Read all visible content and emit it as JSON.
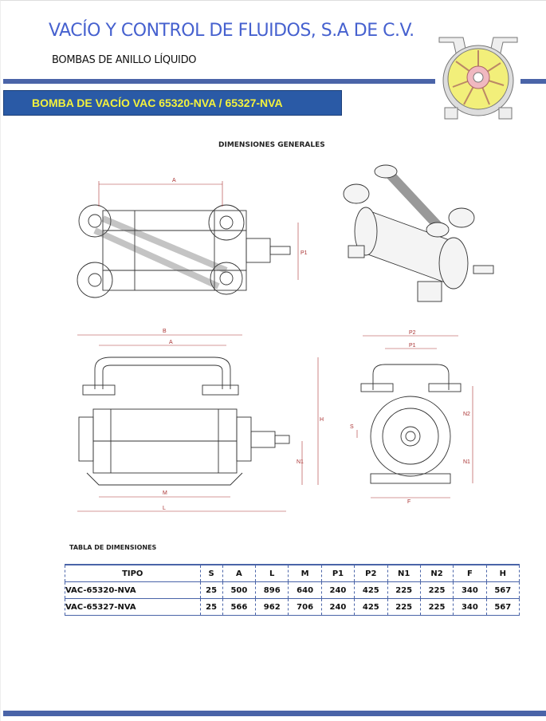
{
  "header": {
    "company": "VACÍO Y CONTROL DE FLUIDOS, S.A DE C.V.",
    "subtitle": "BOMBAS DE ANILLO LÍQUIDO",
    "banner": "BOMBA DE VACÍO VAC 65320-NVA / 65327-NVA"
  },
  "section_title": "DIMENSIONES GENERALES",
  "dimension_labels": {
    "A": "A",
    "B": "B",
    "P1": "P1",
    "P2": "P2",
    "H": "H",
    "N1": "N1",
    "N2": "N2",
    "S": "S",
    "M": "M",
    "L": "L",
    "F": "F"
  },
  "colors": {
    "brand_blue": "#4661cf",
    "bar": "#4a64a8",
    "banner_bg": "#2a5aa6",
    "banner_text": "#f4f23c"
  },
  "table": {
    "title": "TABLA DE DIMENSIONES",
    "headers": [
      "TIPO",
      "S",
      "A",
      "L",
      "M",
      "P1",
      "P2",
      "N1",
      "N2",
      "F",
      "H"
    ],
    "rows": [
      [
        "VAC-65320-NVA",
        "25",
        "500",
        "896",
        "640",
        "240",
        "425",
        "225",
        "225",
        "340",
        "567"
      ],
      [
        "VAC-65327-NVA",
        "25",
        "566",
        "962",
        "706",
        "240",
        "425",
        "225",
        "225",
        "340",
        "567"
      ]
    ]
  }
}
